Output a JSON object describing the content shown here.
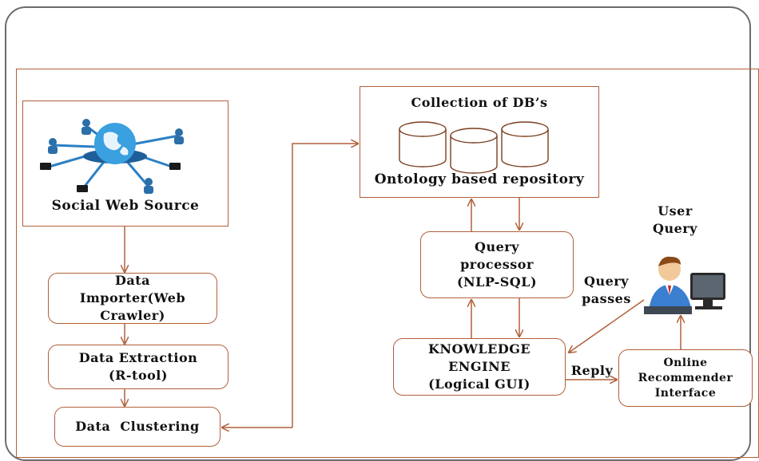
{
  "nodes": {
    "social_web_source": "Social Web Source",
    "data_importer": "Data Importer(Web Crawler)",
    "data_extraction": "Data Extraction (R-tool)",
    "data_clustering": "Data  Clustering",
    "collection_dbs": "Collection of DB’s",
    "ontology_repo": "Ontology based repository",
    "query_processor": "Query processor (NLP-SQL)",
    "knowledge_engine": "KNOWLEDGE ENGINE (Logical GUI)",
    "online_recommender": "Online Recommender Interface"
  },
  "labels": {
    "user_query": "User Query",
    "query_passes": "Query passes",
    "reply": "Reply"
  },
  "icons": {
    "network": "social-network-globe-icon",
    "database": "database-cylinder-icon",
    "user": "user-at-computer-icon"
  },
  "colors": {
    "arrow": "#b0603a",
    "box_border": "#b0603a",
    "frame": "#6c6c6c"
  }
}
